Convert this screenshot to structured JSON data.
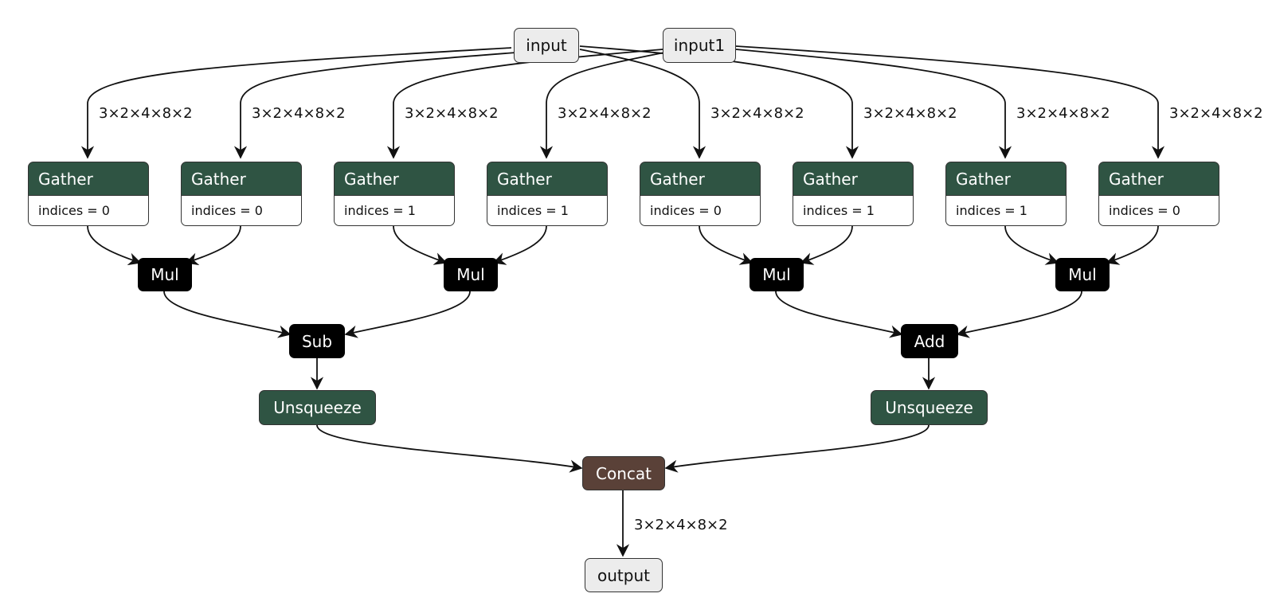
{
  "graph": {
    "nodes": {
      "input": {
        "label": "input"
      },
      "input1": {
        "label": "input1"
      },
      "gathers": [
        {
          "op": "Gather",
          "attr": "indices = 0"
        },
        {
          "op": "Gather",
          "attr": "indices = 0"
        },
        {
          "op": "Gather",
          "attr": "indices = 1"
        },
        {
          "op": "Gather",
          "attr": "indices = 1"
        },
        {
          "op": "Gather",
          "attr": "indices = 0"
        },
        {
          "op": "Gather",
          "attr": "indices = 1"
        },
        {
          "op": "Gather",
          "attr": "indices = 1"
        },
        {
          "op": "Gather",
          "attr": "indices = 0"
        }
      ],
      "muls": [
        "Mul",
        "Mul",
        "Mul",
        "Mul"
      ],
      "sub": "Sub",
      "add": "Add",
      "unsqueeze_left": "Unsqueeze",
      "unsqueeze_right": "Unsqueeze",
      "concat": "Concat",
      "output": {
        "label": "output"
      }
    },
    "edge_labels": {
      "gather_inputs": [
        "3×2×4×8×2",
        "3×2×4×8×2",
        "3×2×4×8×2",
        "3×2×4×8×2",
        "3×2×4×8×2",
        "3×2×4×8×2",
        "3×2×4×8×2",
        "3×2×4×8×2"
      ],
      "output_edge": "3×2×4×8×2"
    }
  }
}
